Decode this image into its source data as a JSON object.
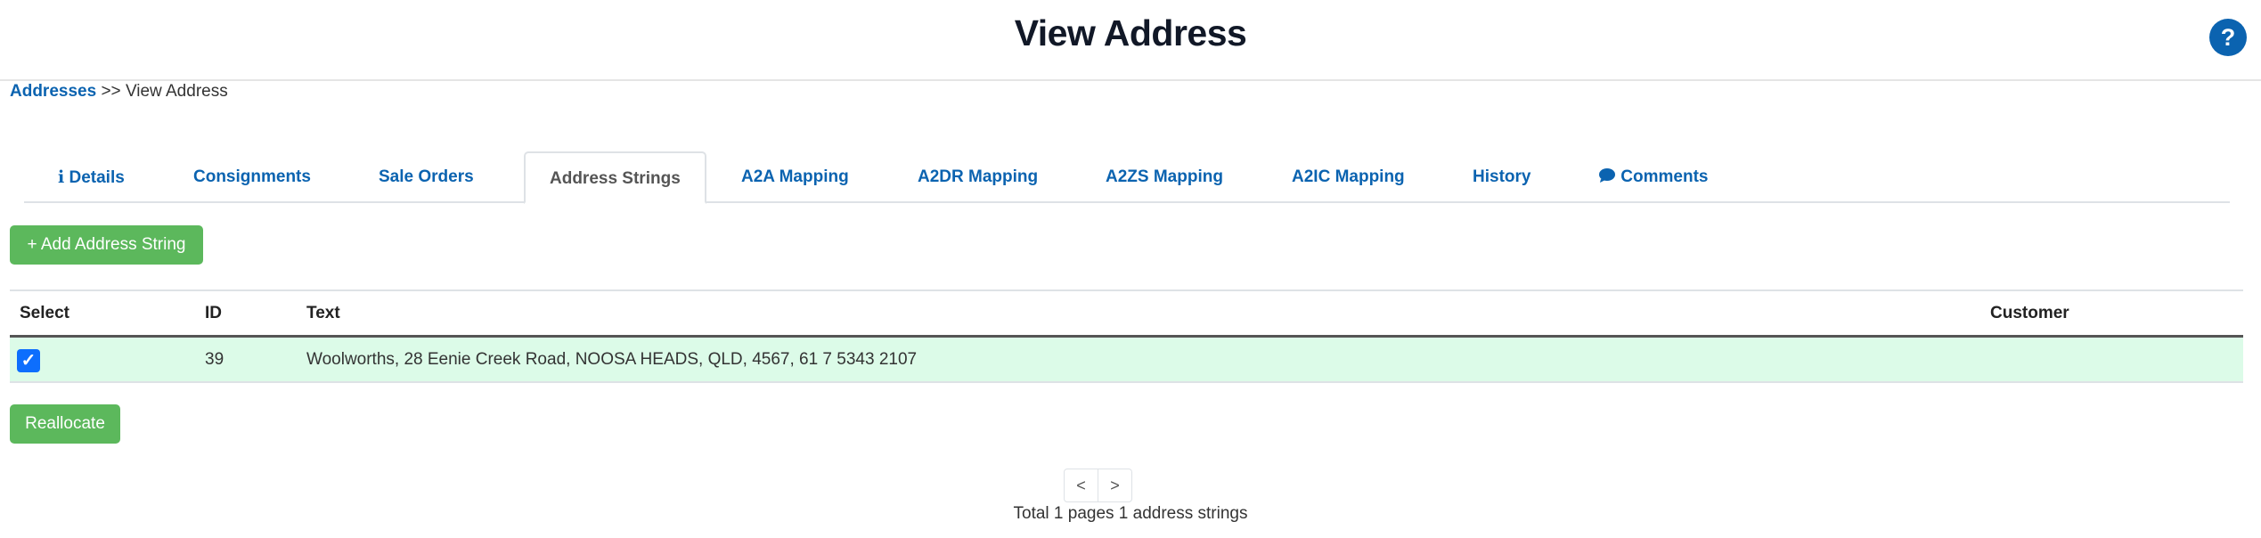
{
  "header": {
    "title": "View Address",
    "help_icon": "?"
  },
  "breadcrumb": {
    "link": "Addresses",
    "separator": ">>",
    "current": "View Address"
  },
  "tabs": [
    {
      "label": "Details",
      "icon": "info-icon",
      "icon_glyph": "i",
      "active": false
    },
    {
      "label": "Consignments",
      "active": false
    },
    {
      "label": "Sale Orders",
      "active": false
    },
    {
      "label": "Address Strings",
      "active": true
    },
    {
      "label": "A2A Mapping",
      "active": false
    },
    {
      "label": "A2DR Mapping",
      "active": false
    },
    {
      "label": "A2ZS Mapping",
      "active": false
    },
    {
      "label": "A2IC Mapping",
      "active": false
    },
    {
      "label": "History",
      "active": false
    },
    {
      "label": "Comments",
      "icon": "comment-icon",
      "active": false
    }
  ],
  "actions": {
    "add_label": "+ Add Address String",
    "reallocate_label": "Reallocate"
  },
  "table": {
    "columns": [
      "Select",
      "ID",
      "Text",
      "Customer"
    ],
    "rows": [
      {
        "selected": true,
        "id": "39",
        "text": "Woolworths, 28 Eenie Creek Road, NOOSA HEADS, QLD, 4567, 61 7 5343 2107",
        "customer": ""
      }
    ]
  },
  "pagination": {
    "prev": "<",
    "next": ">",
    "summary": "Total 1 pages 1 address strings"
  },
  "colors": {
    "brand": "#0b63b0",
    "success": "#5cb85c",
    "row_selected": "#dcfbe8",
    "checkbox": "#0d6efd"
  }
}
